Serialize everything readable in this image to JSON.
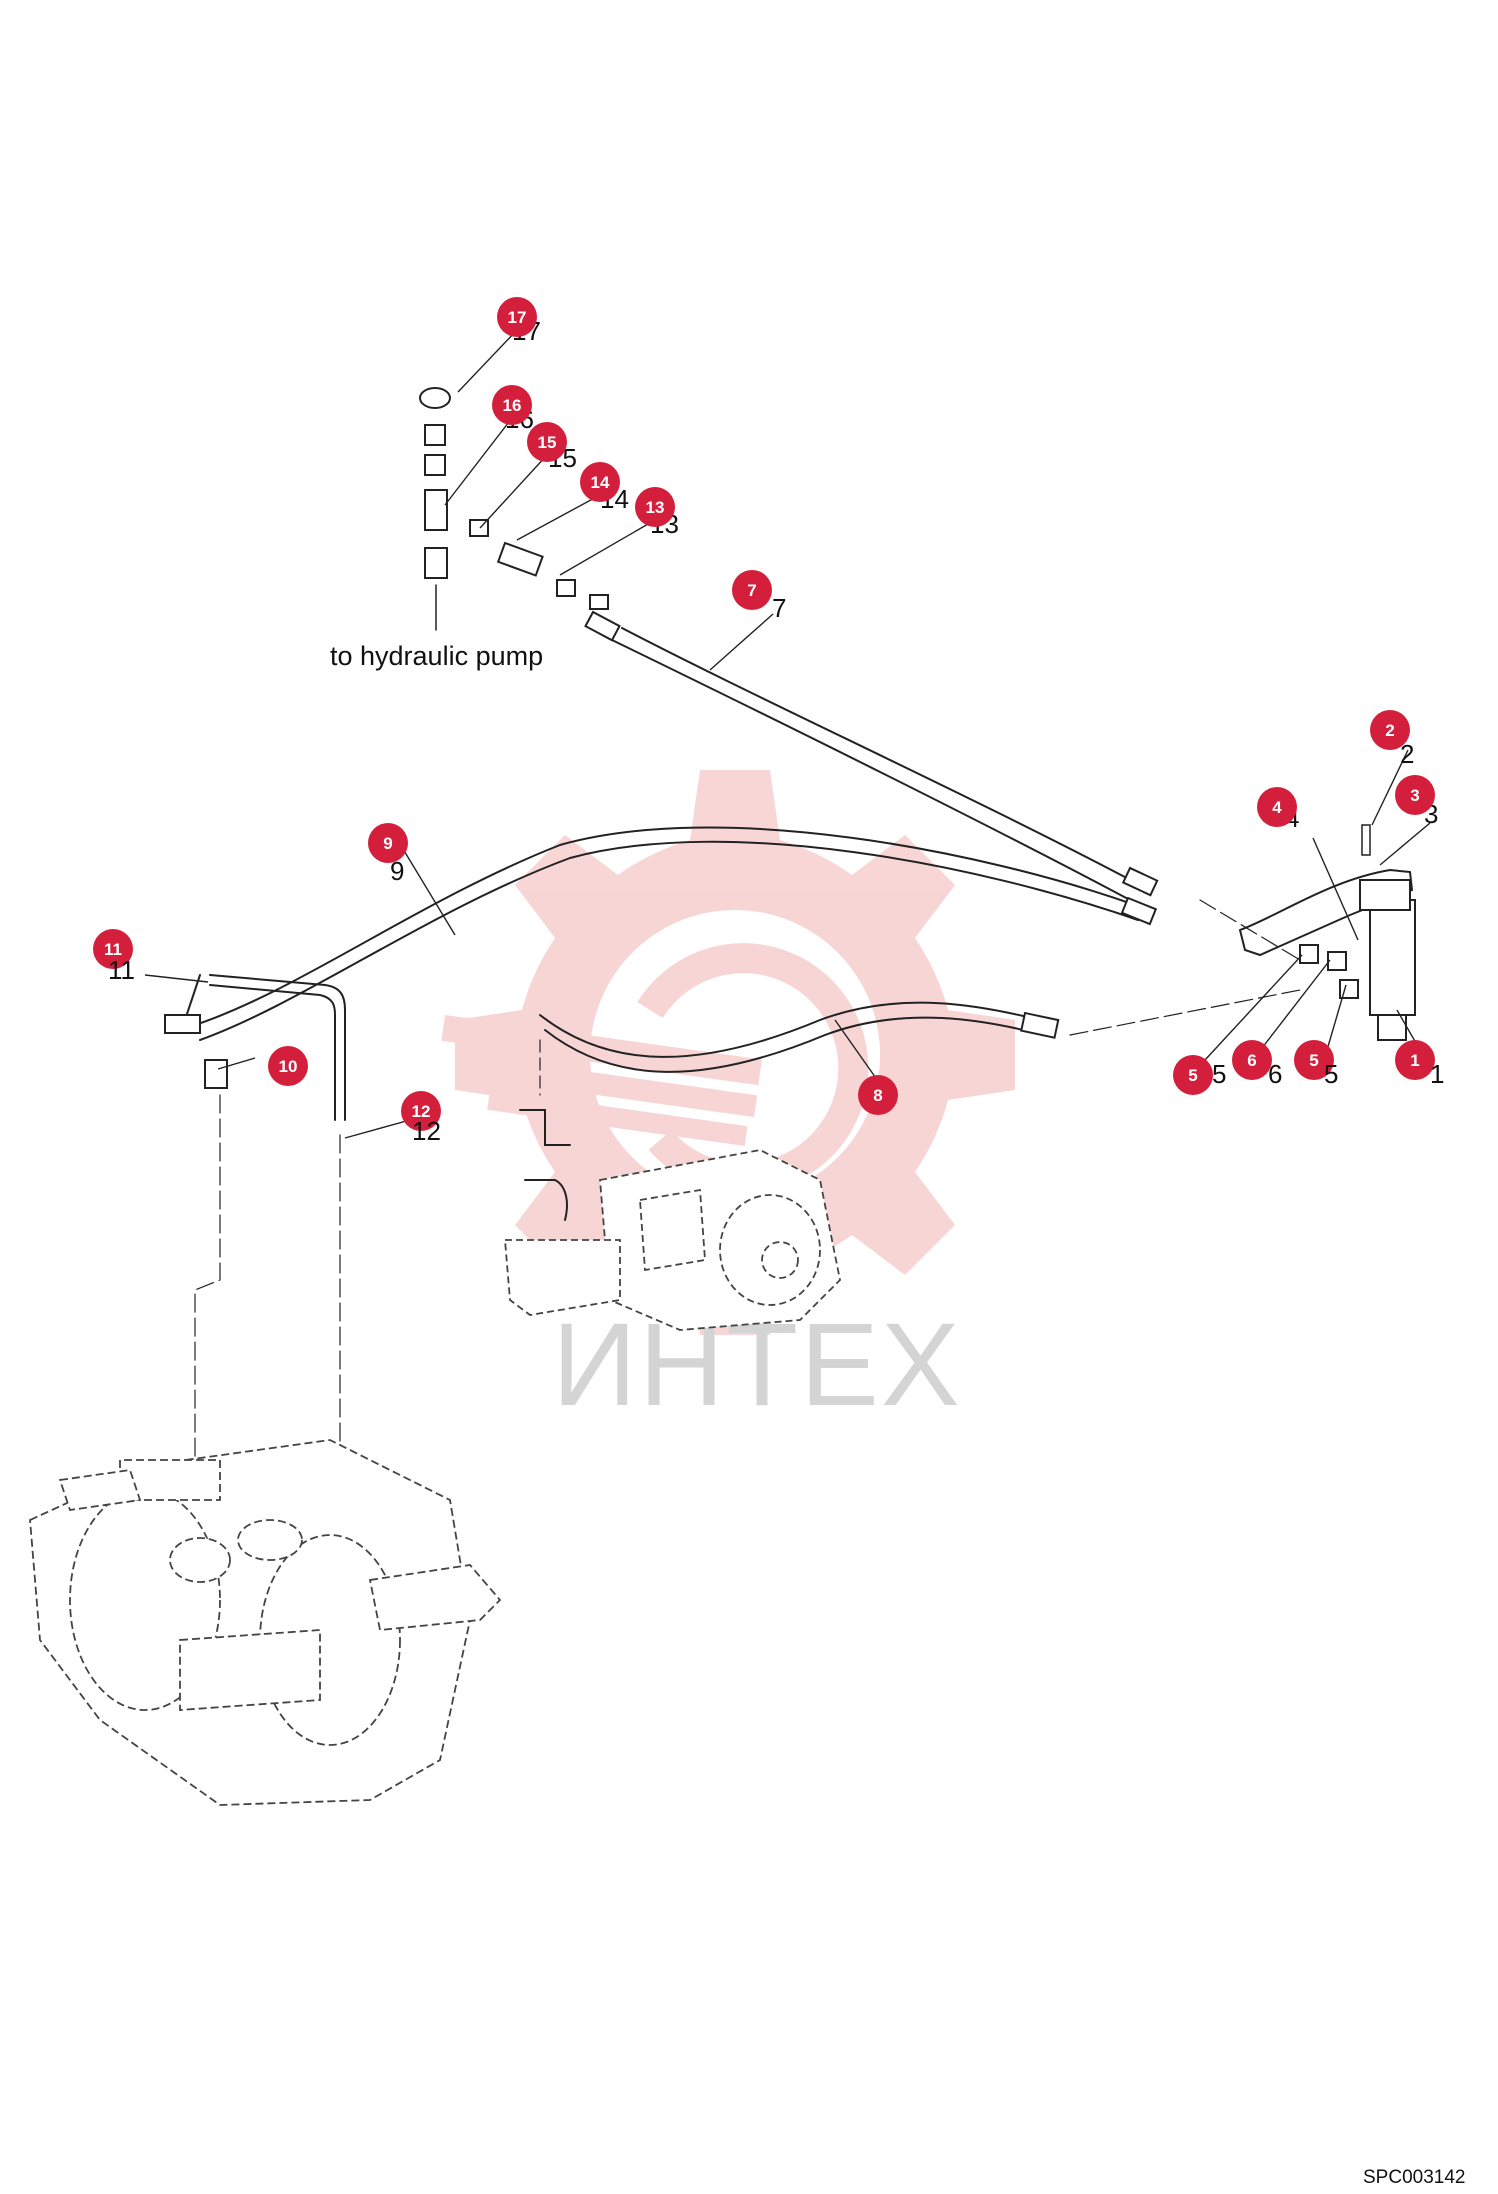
{
  "diagram": {
    "callout_caption": "to hydraulic pump",
    "figure_ref": "SPC003142",
    "watermark_text": "ИНТЕХ",
    "pin_color": "#d41f3c",
    "watermark_color": "#f4b4b4",
    "callouts": [
      {
        "id": "1",
        "pin": "1",
        "label": "1"
      },
      {
        "id": "2",
        "pin": "2",
        "label": "2"
      },
      {
        "id": "3",
        "pin": "3",
        "label": "3"
      },
      {
        "id": "4",
        "pin": "4",
        "label": "4"
      },
      {
        "id": "5a",
        "pin": "5",
        "label": "5"
      },
      {
        "id": "6",
        "pin": "6",
        "label": "6"
      },
      {
        "id": "5b",
        "pin": "5",
        "label": "5"
      },
      {
        "id": "7",
        "pin": "7",
        "label": "7"
      },
      {
        "id": "8",
        "pin": "8",
        "label": ""
      },
      {
        "id": "9",
        "pin": "9",
        "label": "9"
      },
      {
        "id": "10",
        "pin": "10",
        "label": ""
      },
      {
        "id": "11",
        "pin": "11",
        "label": "11"
      },
      {
        "id": "12",
        "pin": "12",
        "label": "12"
      },
      {
        "id": "13",
        "pin": "13",
        "label": "13"
      },
      {
        "id": "14",
        "pin": "14",
        "label": "14"
      },
      {
        "id": "15",
        "pin": "15",
        "label": "15"
      },
      {
        "id": "16",
        "pin": "16",
        "label": "16"
      },
      {
        "id": "17",
        "pin": "17",
        "label": "17"
      }
    ]
  }
}
